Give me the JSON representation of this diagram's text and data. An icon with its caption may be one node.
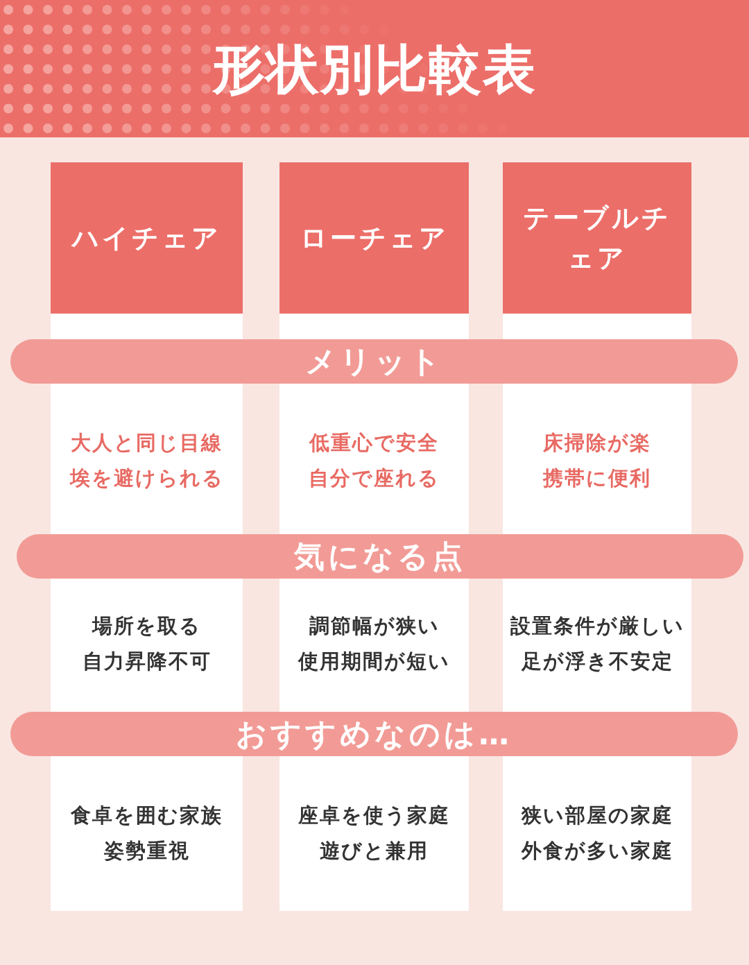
{
  "diagram": {
    "title": "形状別比較表",
    "nodes": [
      {
        "text": [
          "ハイチェア"
        ]
      },
      {
        "text": [
          "ローチェア"
        ]
      },
      {
        "text": [
          "テーブルチェア"
        ]
      },
      {
        "text": [
          "メリット"
        ]
      },
      {
        "text": [
          "大人と同じ目線",
          "埃を避けられる"
        ]
      },
      {
        "text": [
          "低重心で安全",
          "自分で座れる"
        ]
      },
      {
        "text": [
          "床掃除が楽",
          "携帯に便利"
        ]
      },
      {
        "text": [
          "気になる点"
        ]
      },
      {
        "text": [
          "場所を取る",
          "自力昇降不可"
        ]
      },
      {
        "text": [
          "調節幅が狭い",
          "使用期間が短い"
        ]
      },
      {
        "text": [
          "設置条件が厳しい",
          "足が浮き不安定"
        ]
      },
      {
        "text": [
          "おすすめなのは…"
        ]
      },
      {
        "text": [
          "食卓を囲む家族",
          "姿勢重視"
        ]
      },
      {
        "text": [
          "座卓を使う家庭",
          "遊びと兼用"
        ]
      },
      {
        "text": [
          "狭い部屋の家庭",
          "外食が多い家庭"
        ]
      }
    ]
  }
}
